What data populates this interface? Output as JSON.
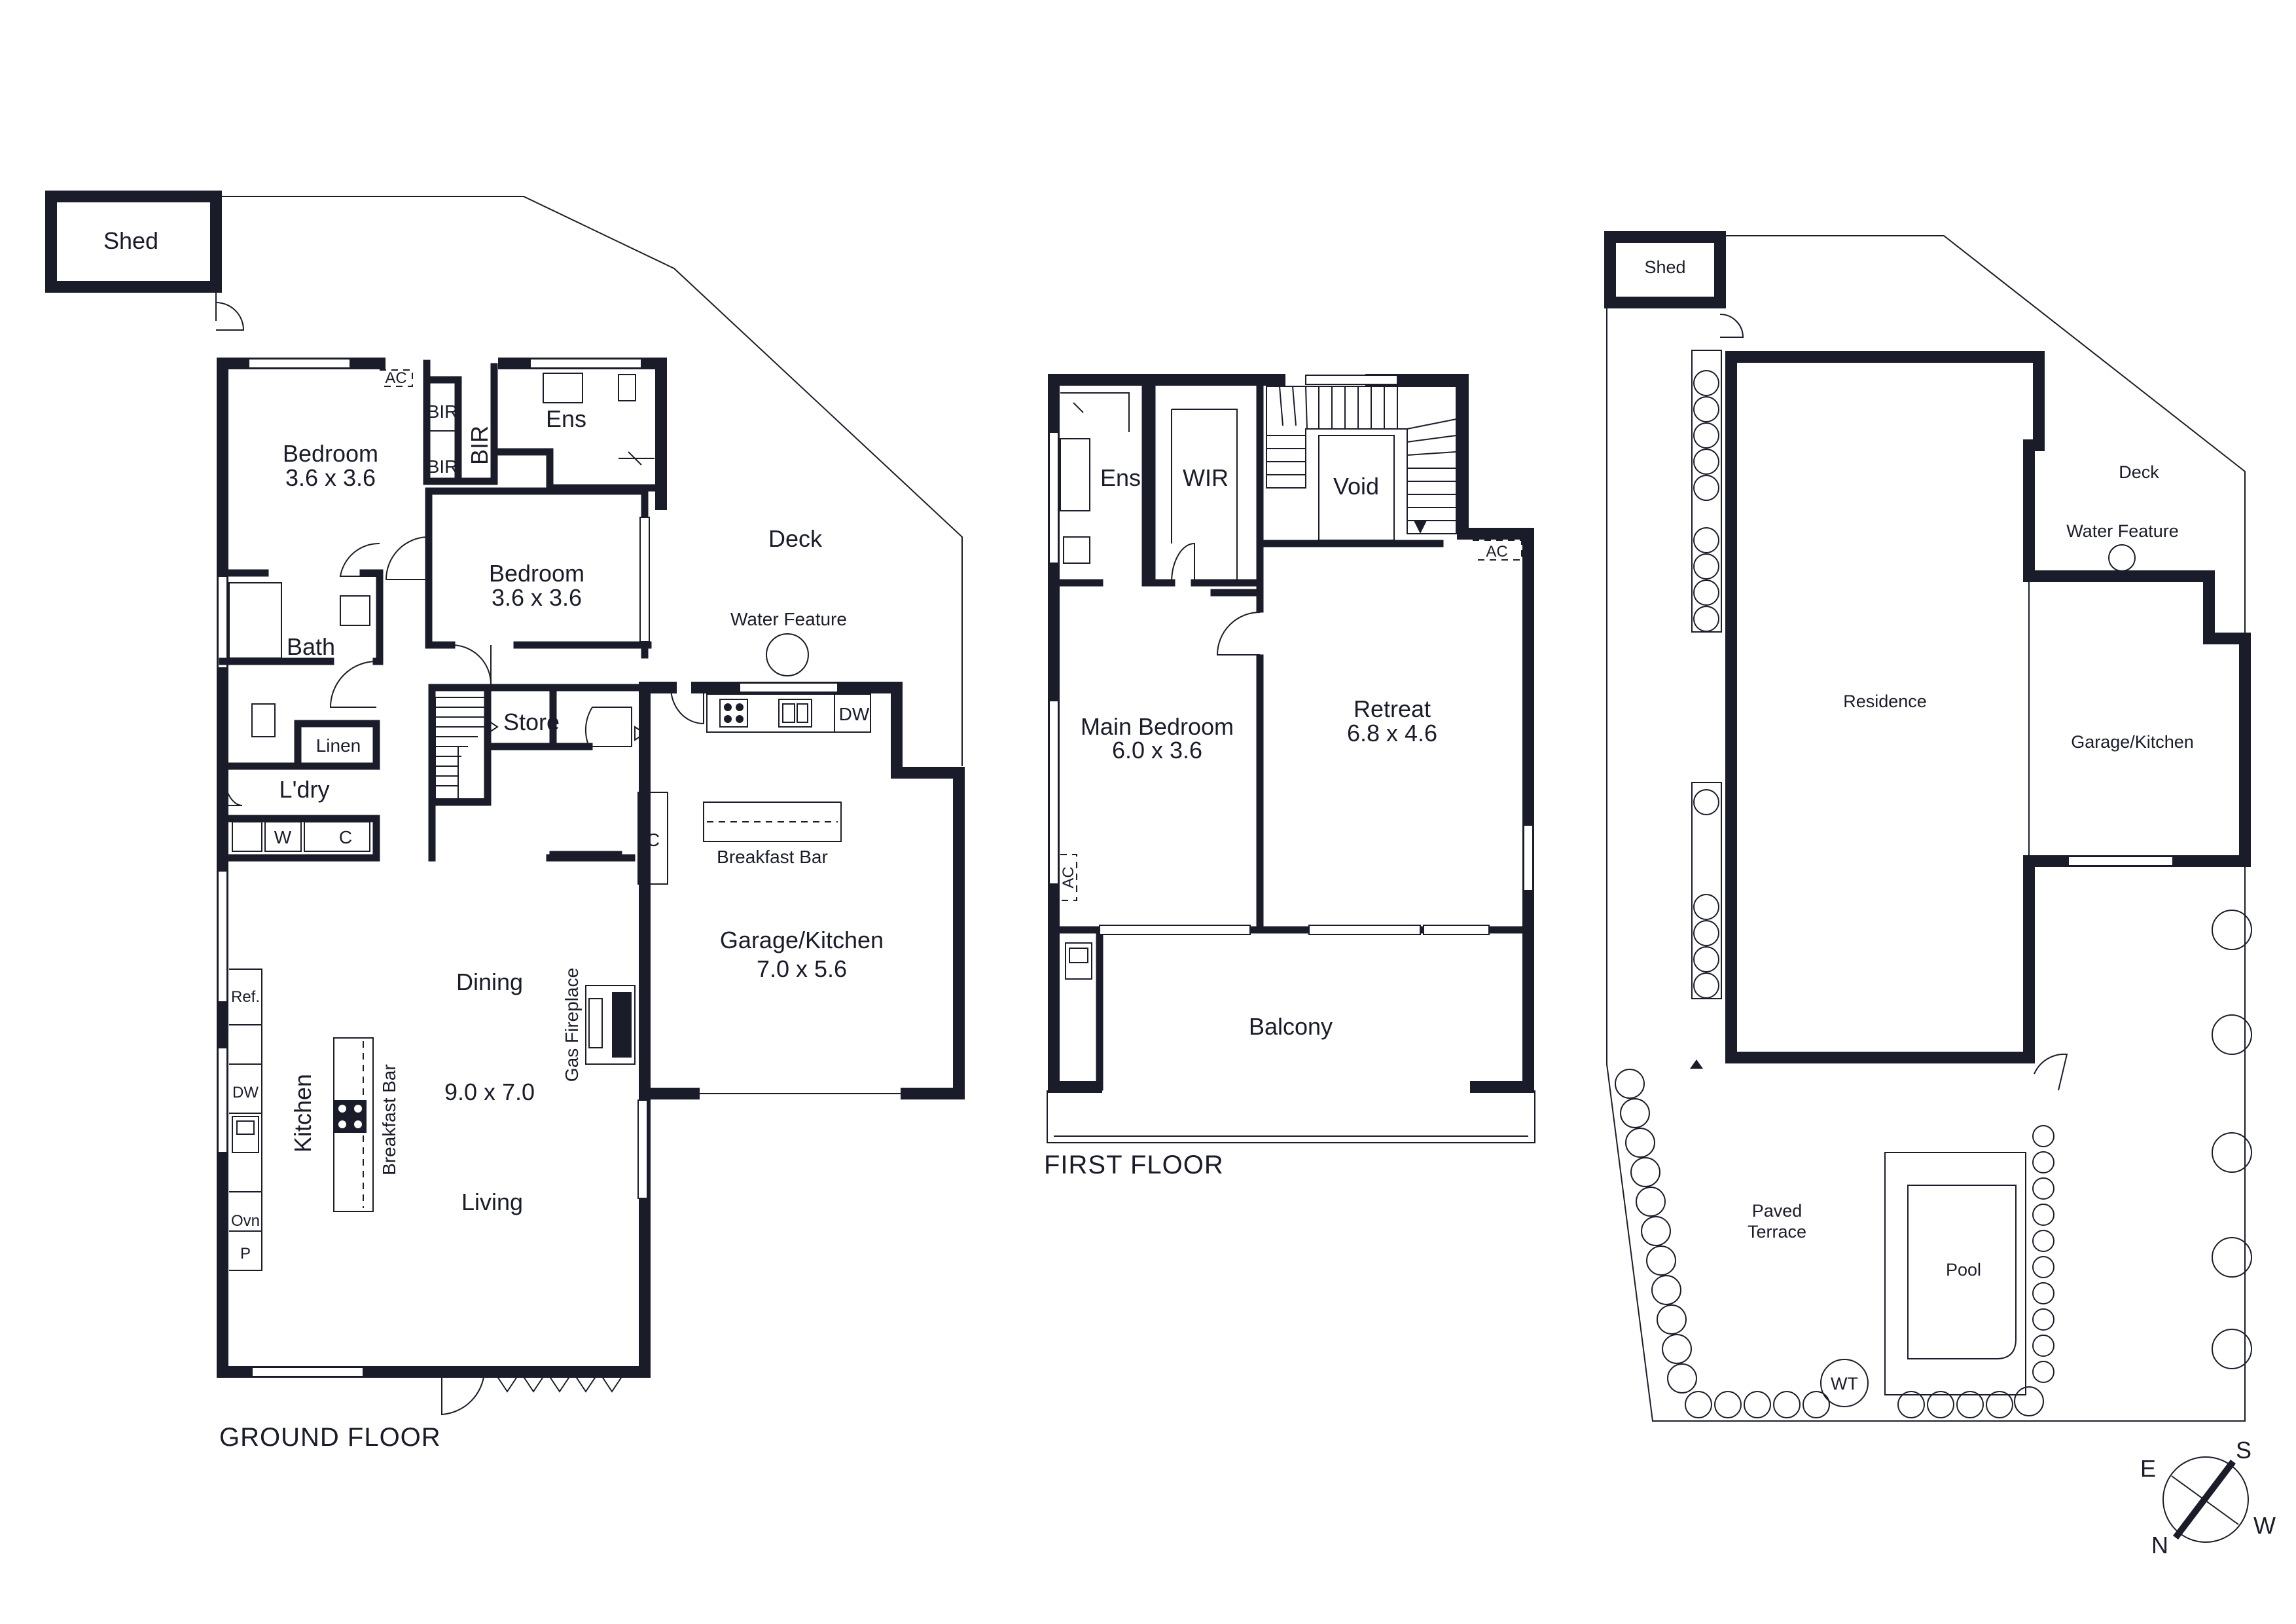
{
  "ground_floor": {
    "title": "GROUND FLOOR",
    "shed": "Shed",
    "bedroom_1": {
      "name": "Bedroom",
      "size": "3.6 x 3.6"
    },
    "bedroom_2": {
      "name": "Bedroom",
      "size": "3.6 x 3.6"
    },
    "bir_1": "BIR",
    "bir_2": "BIR",
    "bir_3": "BIR",
    "ensuite": "Ens",
    "ac": "AC",
    "bath": "Bath",
    "linen": "Linen",
    "laundry": "L'dry",
    "w": "W",
    "c_laundry": "C",
    "store": "Store",
    "deck": "Deck",
    "water_feature": "Water Feature",
    "dw_garage": "DW",
    "c_garage": "C",
    "breakfast_bar_garage": "Breakfast Bar",
    "garage_kitchen": {
      "name": "Garage/Kitchen",
      "size": "7.0 x 5.6"
    },
    "dining": "Dining",
    "living_size": "9.0 x 7.0",
    "living": "Living",
    "gas_fireplace": "Gas Fireplace",
    "kitchen": "Kitchen",
    "breakfast_bar_kitchen": "Breakfast Bar",
    "ref": "Ref.",
    "dw_kitchen": "DW",
    "oven": "Ovn",
    "pantry": "P"
  },
  "first_floor": {
    "title": "FIRST FLOOR",
    "ensuite": "Ens",
    "wir": "WIR",
    "void": "Void",
    "ac_1": "AC",
    "ac_2": "AC",
    "main_bedroom": {
      "name": "Main Bedroom",
      "size": "6.0 x 3.6"
    },
    "retreat": {
      "name": "Retreat",
      "size": "6.8 x 4.6"
    },
    "balcony": "Balcony"
  },
  "site_plan": {
    "shed": "Shed",
    "deck": "Deck",
    "water_feature": "Water Feature",
    "residence": "Residence",
    "garage_kitchen": "Garage/Kitchen",
    "paved_terrace_1": "Paved",
    "paved_terrace_2": "Terrace",
    "pool": "Pool",
    "wt": "WT"
  },
  "compass": {
    "e": "E",
    "s": "S",
    "w": "W",
    "n": "N"
  }
}
